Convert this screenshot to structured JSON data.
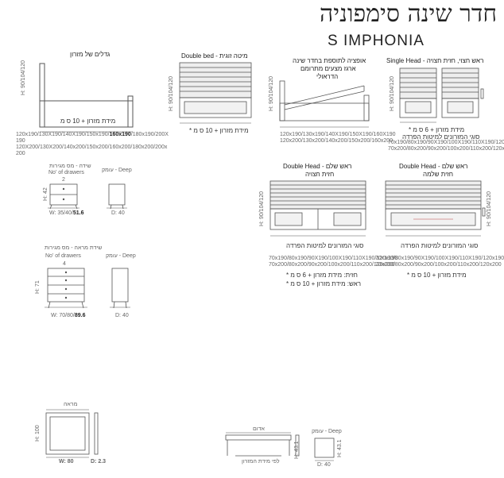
{
  "header": {
    "title_hebrew": "חדר שינה סימפוניה",
    "title_english": "S IMPHONIA"
  },
  "mattress_bed": {
    "label": "גדלים של מזרון",
    "height_label": "H: 90/104/120",
    "dimension_note": "מידת מזרון + 10 ס מ",
    "sizes_line1_pre": "120x190/130X190/140X190/150x190/",
    "sizes_line1_bold": "160x190",
    "sizes_line1_post": "/180x190/200X",
    "sizes_line1_wrap": "190",
    "sizes_line2": "120X200/130X200/140x200/150x200/160x200/180x200/200x",
    "sizes_line2_wrap": "200"
  },
  "double_bed": {
    "label_en": "Double bed",
    "label_he": "- מיטה זוגית",
    "height_label": "H: 90/104/120",
    "dimension_note": "מידת מזרון + 10 ס מ *"
  },
  "storage_bed": {
    "label_line1": "אופציה לתוספת בחדר שינה",
    "label_line2": "ארגז מצעים מתרומם",
    "label_line3": "הדראולי",
    "height_label": "H: 90/104/120",
    "sizes_line1": "120x190/130x190/140X190/150X190/160X190",
    "sizes_line2": "120x200/130x200/140x200/150x200/160x200"
  },
  "single_head": {
    "label_en": "Single Head",
    "label_he": "- ראש חצוי, חזית חצויה",
    "height_label": "H: 90/104/120",
    "note_line1": "מידת מזרון + 6 ס מ *",
    "note_line2": "סוגי המזרונים למיטות הפרדה",
    "sizes_line1": "70x190/80x190/90X190/100X190/110X190/120x1",
    "sizes_line2": "70x200/80x200/90x200/100x200/110x200/120x20"
  },
  "double_head_split": {
    "label_en": "Double Head",
    "label_he": "- ראש שלם",
    "label_he2": "חזית חצויה",
    "height_label": "H: 90/104/120",
    "note": "סוגי המזרונים למיטות הפרדה",
    "sizes_line1": "70x190/80x190/90X190/100X190/110X190/120x190",
    "sizes_line2": "70x200/80x200/90x200/100x200/110x200/120x200",
    "front_note": "חזית: מידת מזרון + 6 ס מ *",
    "head_note": "ראש: מידת מזרון + 10 ס מ *"
  },
  "double_head_full": {
    "label_en": "Double Head",
    "label_he": "- ראש שלם",
    "label_he2": "חזית שלמה",
    "height_label": "H: 90/104/120",
    "note": "סוגי המזרונים למיטות הפרדה",
    "sizes_line1": "70x190/80x190/90X190/100X190/110X190/120x190",
    "sizes_line2": "70x200/80x200/90x200/100x200/110x200/120x200",
    "dimension_note": "מידת מזרון + 10 ס מ *"
  },
  "nightstand": {
    "label_he": "שידה - מס מגירות",
    "label_en": "No' of drawers",
    "drawers": "2",
    "height_label": "H: 42",
    "width_pre": "W: 35/40/",
    "width_bold": "51.6",
    "deep_label": "Deep - עומק",
    "depth_label": "D: 40"
  },
  "dresser": {
    "label_he": "שידת מראה - מס מגירות",
    "label_en": "No' of drawers",
    "drawers": "4",
    "height_label": "H: 71",
    "width_pre": "W: 70/80/",
    "width_bold": "89.6",
    "deep_label": "Deep - עומק",
    "depth_label": "D: 40"
  },
  "mirror": {
    "label": "מראה",
    "height_label": "H: 100",
    "width_label": "W: 80",
    "depth_label": "D: 2.3"
  },
  "bench": {
    "label": "אדום",
    "height_label": "H: 43.1",
    "width_note": "לפי מידת המזרון"
  },
  "pouf": {
    "deep_label": "Deep - עומק",
    "height_label": "H: 43.1",
    "depth_label": "D: 40"
  }
}
